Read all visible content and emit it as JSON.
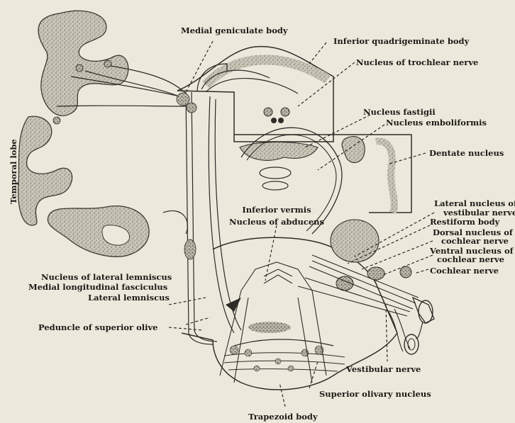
{
  "labels": {
    "temporal_lobe": "Temporal lobe",
    "medial_geniculate_body": "Medial geniculate body",
    "inferior_quadrigeminate_body": "Inferior quadrigeminate body",
    "nucleus_trochlear_nerve": "Nucleus of trochlear nerve",
    "nucleus_fastigii": "Nucleus fastigii",
    "nucleus_emboliformis": "Nucleus emboliformis",
    "dentate_nucleus": "Dentate nucleus",
    "inferior_vermis": "Inferior vermis",
    "nucleus_abducens": "Nucleus of abducens",
    "lateral_nucleus_vestibular_1": "Lateral nucleus of",
    "lateral_nucleus_vestibular_2": "vestibular nerve",
    "restiform_body": "Restiform body",
    "dorsal_nucleus_cochlear_1": "Dorsal nucleus of",
    "dorsal_nucleus_cochlear_2": "cochlear nerve",
    "ventral_nucleus_cochlear_1": "Ventral nucleus of",
    "ventral_nucleus_cochlear_2": "cochlear nerve",
    "cochlear_nerve": "Cochlear nerve",
    "nucleus_lateral_lemniscus": "Nucleus of lateral lemniscus",
    "medial_longitudinal_fasciculus": "Medial longitudinal fasciculus",
    "lateral_lemniscus": "Lateral lemniscus",
    "peduncle_superior_olive": "Peduncle of superior olive",
    "vestibular_nerve": "Vestibular nerve",
    "superior_olivary_nucleus": "Superior olivary nucleus",
    "trapezoid_body": "Trapezoid body"
  }
}
